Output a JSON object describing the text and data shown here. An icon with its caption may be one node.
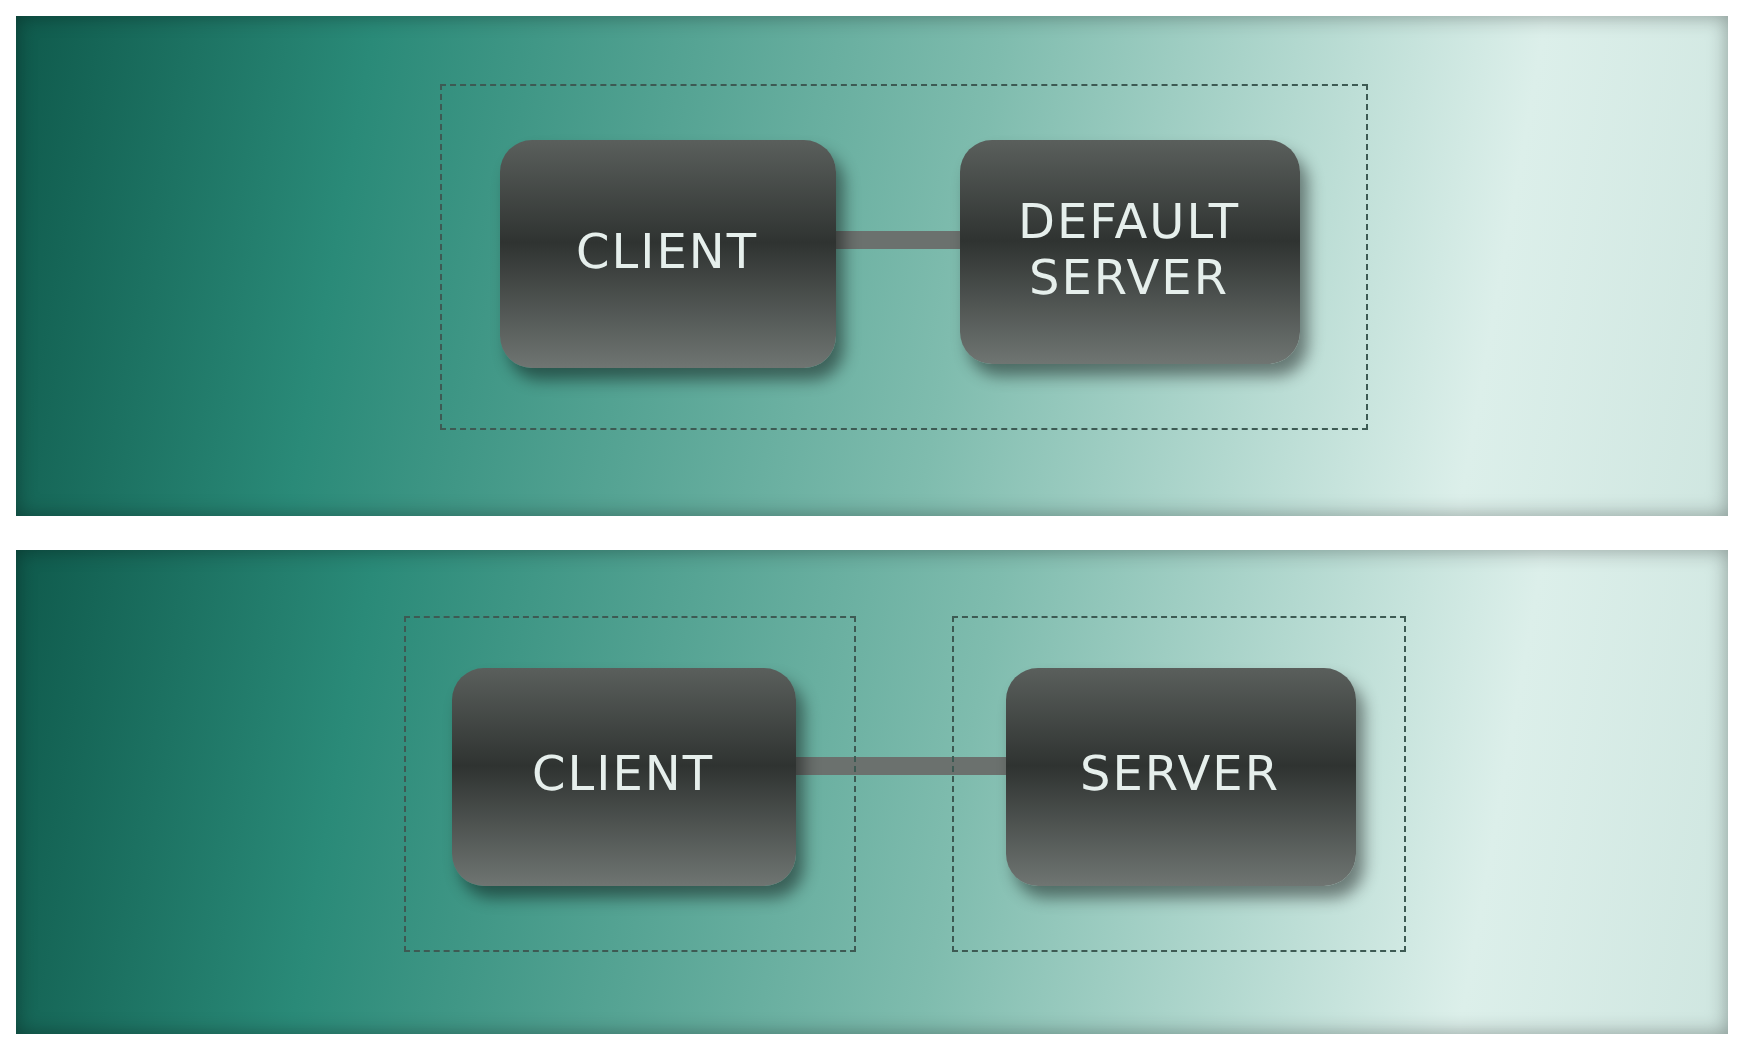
{
  "diagram": {
    "nodes": [
      {
        "text": [],
        "shape": "box"
      },
      {
        "text": [
          "CLIENT"
        ],
        "in": 0
      },
      {
        "text": [
          "DEFAULT SERVER"
        ],
        "in": 0
      },
      {
        "text": [],
        "shape": "box"
      },
      {
        "text": [
          "CLIENT"
        ],
        "in": 3
      },
      {
        "text": [],
        "shape": "box"
      },
      {
        "text": [
          "SERVER"
        ],
        "in": 5
      }
    ],
    "edges": [
      {
        "from": 1,
        "to": 2,
        "arrow": "none"
      },
      {
        "from": 4,
        "to": 6,
        "arrow": "none"
      }
    ]
  }
}
